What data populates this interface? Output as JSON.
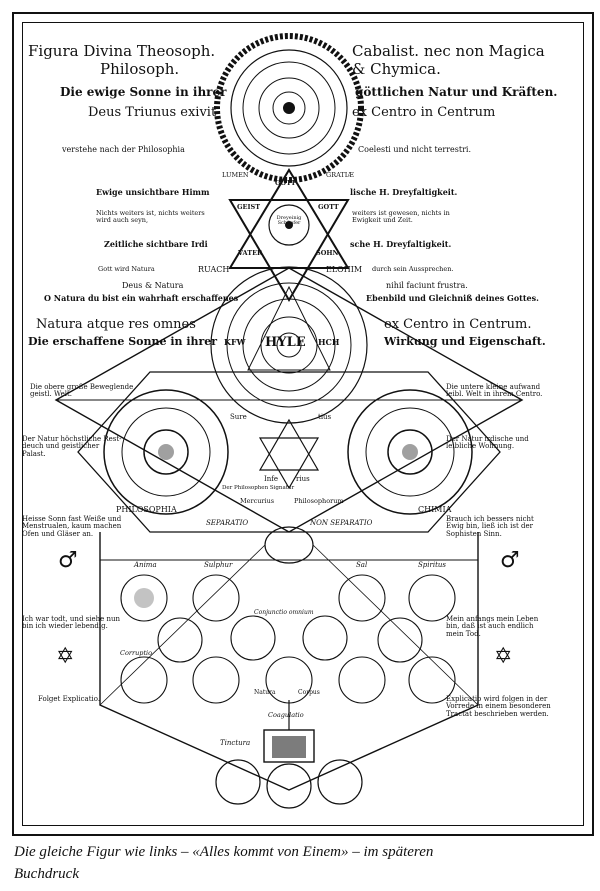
{
  "header": {
    "left_title_1": "Figura Divina Theosoph.",
    "left_title_2": "Philosoph.",
    "right_title_1": "Cabalist. nec non Magica",
    "right_title_2": "& Chymica.",
    "left_line_1": "Die ewige Sonne in ihrer",
    "right_line_1": "göttlichen Natur und Kräften.",
    "left_line_2": "Deus Triunus exivit",
    "right_line_2": "ex Centro in Centrum",
    "left_line_3": "verstehe nach der Philosophia",
    "right_line_3": "Coelesti und nicht terrestri."
  },
  "star_section": {
    "lumen": "LUMEN",
    "gratiae": "GRATIÆ",
    "left_1": "Ewige unsichtbare Himm",
    "right_1": "lische H. Dreyfaltigkeit.",
    "left_small": "Nichts weiters ist, nichts weiters wird auch seyn,",
    "right_small": "weiters ist gewesen, nichts in Ewigkeit und Zeit.",
    "left_2": "Zeitliche sichtbare Irdi",
    "right_2": "sche H. Dreyfaltigkeit.",
    "left_3": "Gott wird Natura",
    "right_3": "durch sein Aussprechen.",
    "ruach": "RUACH",
    "elohim": "ELOHIM",
    "star_top": "GOTT",
    "star_left": "GEIST",
    "star_right": "GOTT",
    "star_center": "Dreyeinig Schöpfer",
    "star_bottom_left": "VATER",
    "star_bottom_right": "SOHN"
  },
  "middle": {
    "deus_natura": "Deus & Natura",
    "nihil": "nihil faciunt frustra.",
    "left_frak": "O Natura du bist ein wahrhaft erschaffenes",
    "right_frak": "Ebenbild und Gleichniß deines Gottes.",
    "natura_left": "Natura atque res omnes",
    "natura_right": "ex Centro in Centrum.",
    "sonne_left": "Die erschaffene Sonne in ihrer",
    "sonne_right": "Wirkung und Eigenschaft.",
    "hyle": "HYLE",
    "circle_letters": "KFW",
    "circle_letters_r": "HCH"
  },
  "sides": {
    "l1": "Die obere große Beweglende geistl. Welt.",
    "r1": "Die untere kleine aufwand leibl. Welt in ihrem Centro.",
    "l2": "Der Natur höchstliche Rest-deuch und geistlicher Palast.",
    "r2": "Der Natur irdische und leibliche Wohnung.",
    "l3": "Heisse Sonn fast Weiße und Menstrualen, kaum machen Ofen und Gläser an.",
    "r3": "Brauch ich bessers nicht Ewig bin, ließ ich ist der Sophisten Sinn.",
    "l4": "Ich war todt, und siehe nun bin ich wieder lebendig.",
    "r4": "Mein anfangs mein Leben bin, daß ist auch endlich mein Tod.",
    "l5": "Folget Explicatio.",
    "r5": "Explicatio wird folgen in der Vorrede in einem besonderen Tractat beschrieben werden."
  },
  "lower": {
    "philosophia": "PHILOSOPHIA",
    "chimia": "CHIMIA",
    "separatio": "SEPARATIO",
    "non_separatio": "NON SEPARATIO",
    "anima": "Anima",
    "sulphur": "Sulphur",
    "sal": "Sal",
    "spiritus": "Spiritus",
    "conjunctio": "Conjunctio omnium",
    "corruptio": "Corruptio",
    "coagulatio": "Coagulatio",
    "tinctura": "Tinctura",
    "mercurius": "Mercurius",
    "philosophorum": "Philosophorum",
    "die_philos": "Der Philosophen Signatur",
    "sure": "Sure",
    "tius": "tius",
    "infe": "Infe",
    "rius": "rius",
    "corpus": "Corpus",
    "natura_label": "Natura"
  },
  "symbols": {
    "mars_venus_left": "♂",
    "mars_venus_right": "♂",
    "hexagram_left": "✡",
    "hexagram_right": "✡"
  },
  "caption": {
    "line_1": "Die gleiche Figur wie links – «Alles kommt von Einem» – im späteren",
    "line_2": "Buchdruck"
  }
}
